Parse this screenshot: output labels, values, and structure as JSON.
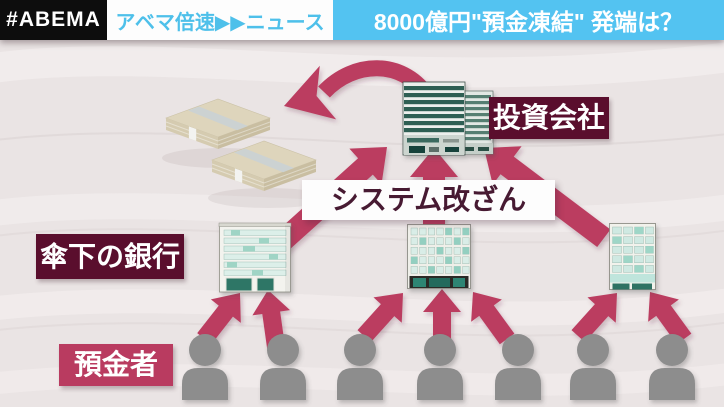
{
  "header": {
    "channel_logo": "#ABEMA",
    "program_title": "アベマ倍速▶▶ニュース",
    "headline": "8000億円\"預金凍結\" 発端は？"
  },
  "diagram": {
    "labels": {
      "investment_company": "投資会社",
      "system_tampering": "システム改ざん",
      "subsidiary_banks": "傘下の銀行",
      "depositors": "預金者"
    },
    "bank_count": 3,
    "depositor_count": 7,
    "flows": [
      "depositors send money up to subsidiary banks (7 arrows)",
      "subsidiary banks send funds up to investment company (3 arrows through system-tampering label)",
      "investment company moves cash out (curved arrow to money stacks)"
    ]
  },
  "icons": {
    "money_stacks": "money-stacks-icon",
    "investment_company_building": "office-building-icon",
    "bank_building": "bank-building-icon",
    "depositor": "person-icon",
    "flow_arrow": "arrow-up-icon",
    "curved_flow_arrow": "curved-arrow-icon",
    "fast_forward_in_title": "fast-forward-icon"
  },
  "colors": {
    "arrow_crimson": "#bb3c60",
    "label_maroon": "#5a0e2d",
    "depositors_label_bg": "#b93b60",
    "tampering_text": "#471a32",
    "headline_blue": "#53c3f1",
    "program_title_blue": "#4ec0ea",
    "logo_bg": "#0d0d0d",
    "background": "#eae4e4",
    "person_gray": "#8d8d8d",
    "building_teal": "#2e5f53",
    "money_beige": "#ded5bc"
  }
}
